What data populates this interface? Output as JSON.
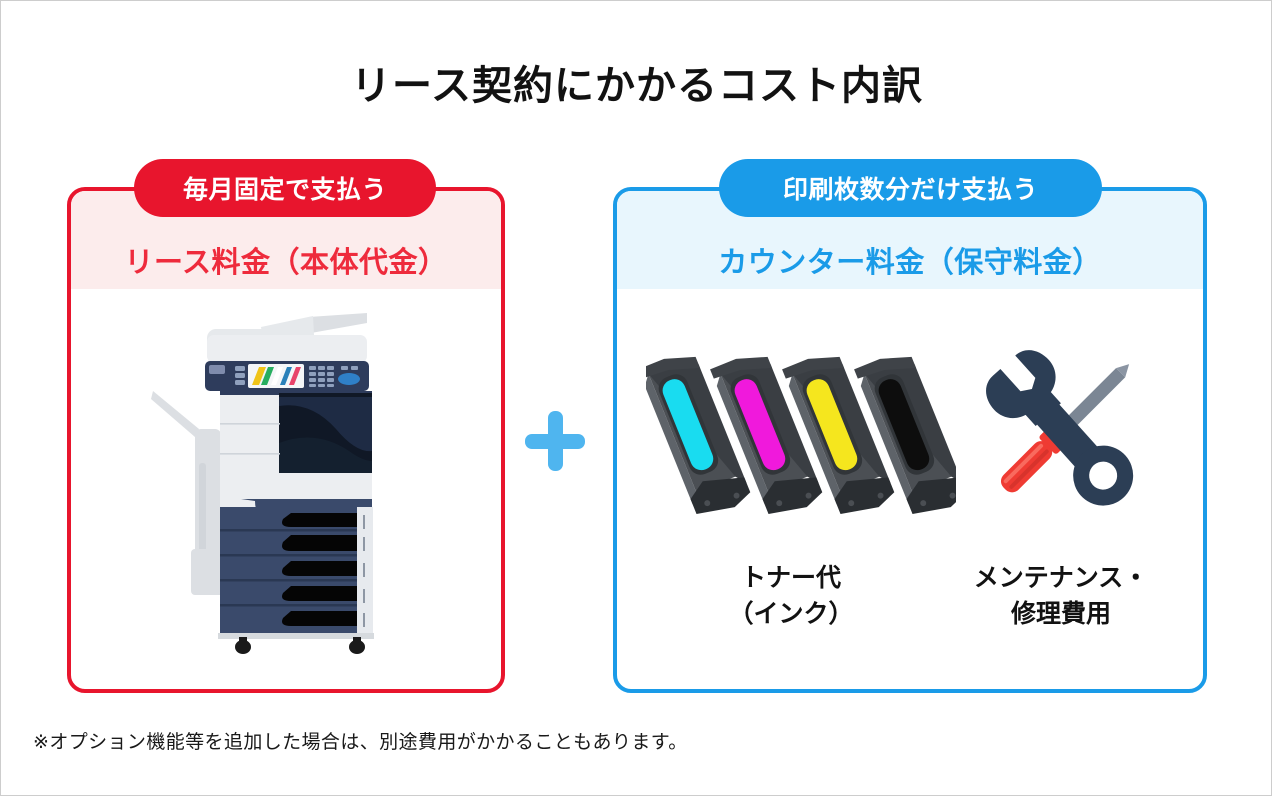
{
  "page": {
    "title": "リース契約にかかるコスト内訳",
    "footnote": "※オプション機能等を追加した場合は、別途費用がかかることもあります。",
    "plus_symbol": "+"
  },
  "colors": {
    "lease_accent": "#e8152d",
    "lease_band": "#fcecec",
    "counter_accent": "#1a9be8",
    "counter_band": "#e8f6fd",
    "plus": "#4fb5ef",
    "title_text": "#121212",
    "page_border": "#cdcdcd"
  },
  "panels": {
    "lease": {
      "badge": "毎月固定で支払う",
      "heading": "リース料金（本体代金）",
      "illustration": "multifunction-copier"
    },
    "counter": {
      "badge": "印刷枚数分だけ支払う",
      "heading": "カウンター料金（保守料金）",
      "items": [
        {
          "label_line1": "トナー代",
          "label_line2": "（インク）",
          "illustration": "toner-cartridges",
          "toner_colors": [
            "#19dcf0",
            "#f019dc",
            "#f5e61e",
            "#141414"
          ]
        },
        {
          "label_line1": "メンテナンス・",
          "label_line2": "修理費用",
          "illustration": "wrench-and-screwdriver",
          "wrench_color": "#2c3e55",
          "screwdriver_handle_color": "#ef3b33"
        }
      ]
    }
  }
}
